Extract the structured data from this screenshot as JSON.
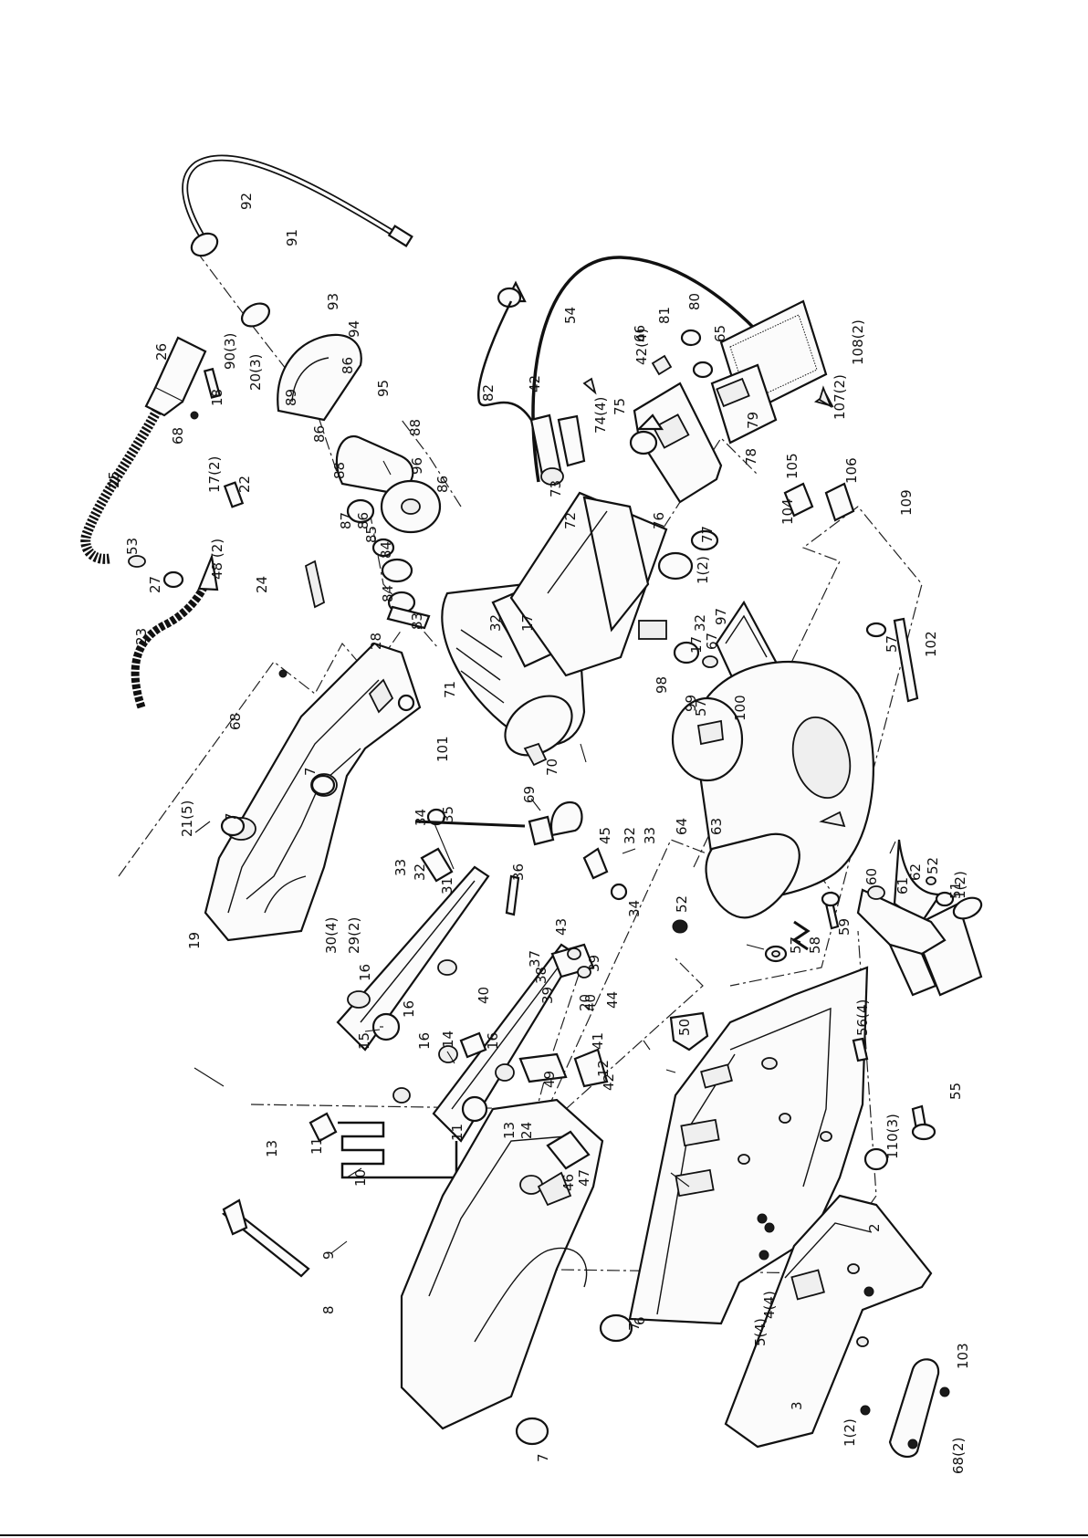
{
  "diagram": {
    "type": "exploded-parts-diagram",
    "labels": [
      "1(2)",
      "2",
      "3",
      "4(4)",
      "5(4)",
      "6",
      "7",
      "8",
      "9",
      "10",
      "11",
      "12",
      "13",
      "14",
      "15",
      "16",
      "17",
      "17(2)",
      "18",
      "19",
      "20",
      "20(3)",
      "21(5)",
      "22",
      "23",
      "24",
      "25",
      "26",
      "27",
      "28",
      "29(2)",
      "30(4)",
      "31",
      "32",
      "33",
      "34",
      "35",
      "36",
      "37",
      "38",
      "39",
      "40",
      "41",
      "42",
      "42(4)",
      "43",
      "44",
      "45",
      "46",
      "47",
      "48 (2)",
      "49",
      "50",
      "51",
      "52",
      "53",
      "54",
      "55",
      "56(4)",
      "57",
      "58",
      "59",
      "60",
      "61",
      "62",
      "63",
      "64",
      "65",
      "66",
      "67",
      "68",
      "68(2)",
      "69",
      "70",
      "71",
      "72",
      "73",
      "74(4)",
      "75",
      "76",
      "77",
      "78",
      "79",
      "80",
      "81",
      "82",
      "83",
      "84",
      "85",
      "86",
      "87",
      "88",
      "89",
      "90(3)",
      "91",
      "92",
      "93",
      "94",
      "95",
      "96",
      "97",
      "98",
      "99",
      "100",
      "101",
      "102",
      "103",
      "104",
      "105",
      "106",
      "107(2)",
      "108(2)",
      "109",
      "110(3)"
    ]
  }
}
